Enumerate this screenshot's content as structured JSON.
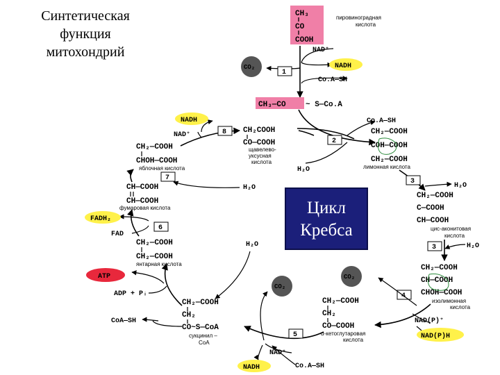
{
  "title": [
    "Синтетическая",
    "функция",
    "митохондрий"
  ],
  "center": [
    "Цикл",
    "Кребса"
  ],
  "colors": {
    "pink": "#f07fa7",
    "yellow": "#fff14a",
    "red": "#e8283c",
    "co2": "#555555",
    "box": "#1b1f7a"
  },
  "compounds": {
    "pyruvic_name": [
      "пировиноградная",
      "кислота"
    ],
    "acetyl_coa": [
      "CH₃—CO",
      "~ S—Co.A"
    ],
    "oxaloacetate_name": [
      "щавелево-",
      "уксусная",
      "кислота"
    ],
    "citrate_name": "лимонная кислота",
    "cis_aconitate_name": [
      "цис-аконитовая",
      "кислота"
    ],
    "isocitrate_name": [
      "изолимонная",
      "кислота"
    ],
    "ketoglutarate_name": [
      "α-кетоглутаровая",
      "кислота"
    ],
    "succinyl_name": [
      "сукцинил –",
      "CoA"
    ],
    "succinate_name": "янтарная кислота",
    "fumarate_name": "фумаровая кислота",
    "malate_name": "яблочная кислота"
  },
  "cofactors": {
    "nad_plus": "NAD⁺",
    "nadh": "NADH",
    "coa_sh": "Co.A—SH",
    "coa_sh2": "CoA—SH",
    "h2o": "H₂O",
    "co2": "CO₂",
    "fadh2": "FADH₂",
    "fad": "FAD",
    "atp": "ATP",
    "adp_pi": "ADP + Pᵢ",
    "nadp_plus": "NAD(P)⁺",
    "nadph": "NAD(P)H"
  },
  "steps": [
    "1",
    "2",
    "3",
    "3",
    "4",
    "5",
    "6",
    "7",
    "8"
  ]
}
